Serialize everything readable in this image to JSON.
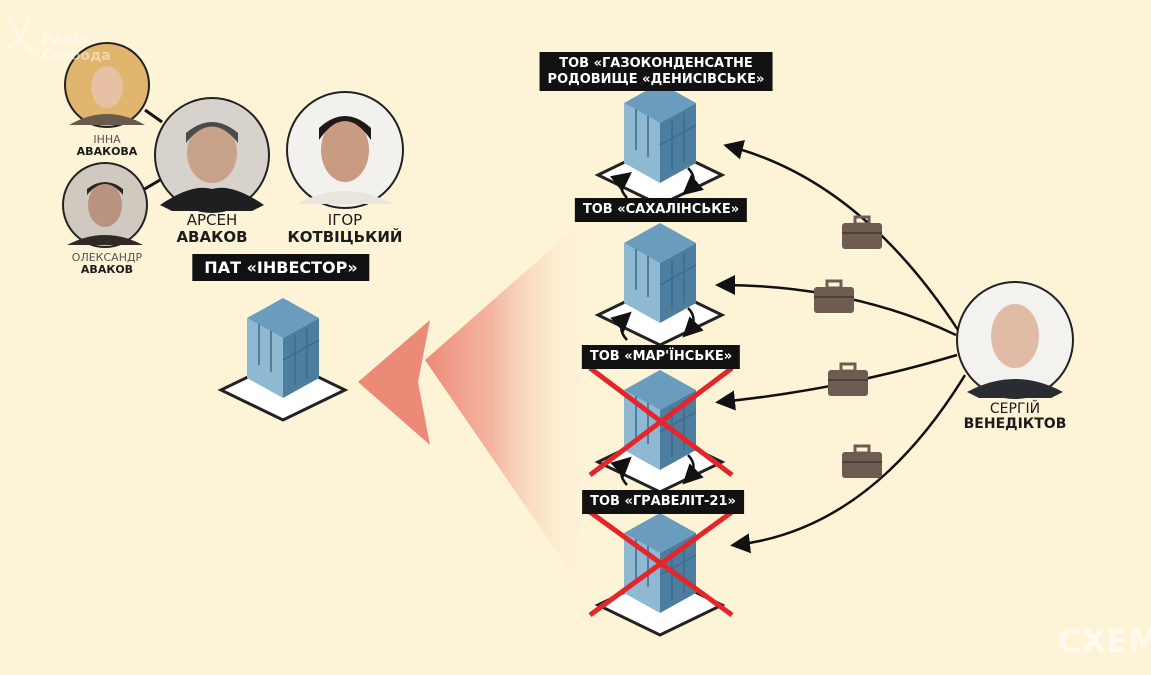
{
  "logo": {
    "text": "Радіо Свобода"
  },
  "watermark": {
    "text": "СХЕМ"
  },
  "people": [
    {
      "first": "ІННА",
      "last": "АВАКОВА"
    },
    {
      "first": "ОЛЕКСАНДР",
      "last": "АВАКОВ"
    },
    {
      "first": "АРСЕН",
      "last": "АВАКОВ"
    },
    {
      "first": "ІГОР",
      "last": "КОТВІЦЬКИЙ"
    },
    {
      "first": "СЕРГІЙ",
      "last": "ВЕНЕДІКТОВ"
    }
  ],
  "companies": {
    "investor": "ПАТ «ІНВЕСТОР»",
    "list": [
      {
        "line1": "ТОВ «ГАЗОКОНДЕНСАТНЕ",
        "line2": "РОДОВИЩЕ «ДЕНИСІВСЬКЕ»",
        "crossed": false
      },
      {
        "line1": "ТОВ «САХАЛІНСЬКЕ»",
        "crossed": false
      },
      {
        "line1": "ТОВ «МАР'ЇНСЬКЕ»",
        "crossed": true
      },
      {
        "line1": "ТОВ «ГРАВЕЛІТ-21»",
        "crossed": true
      }
    ]
  },
  "colors": {
    "background": "#fdf3d6",
    "building": "#5b8fb0",
    "arrow": "#ec8a78",
    "cross": "#e2262b",
    "label_bg": "#111111"
  }
}
